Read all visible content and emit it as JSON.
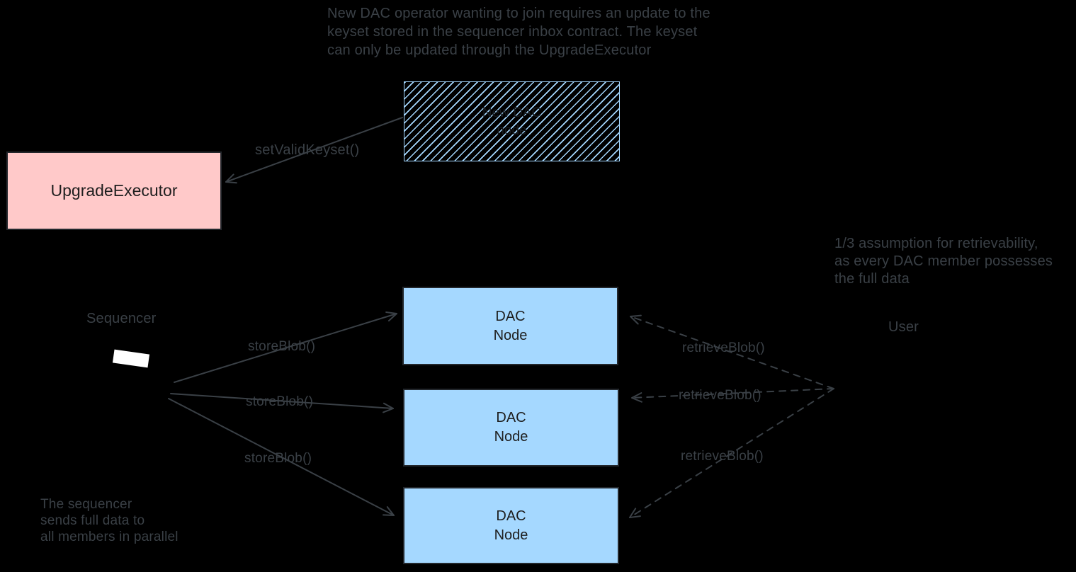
{
  "palette": {
    "background": "#000000",
    "ink": "#3a4046",
    "box_text": "#1e1e1e",
    "blue_fill": "#a5d8ff",
    "pink_fill": "#ffc9c9"
  },
  "notes": {
    "keyset_note": {
      "lines": [
        "New DAC operator wanting to join requires an update to the",
        "keyset stored in the sequencer inbox contract. The keyset",
        "can only be updated through the UpgradeExecutor"
      ]
    },
    "retrievability_note": {
      "lines": [
        "1/3 assumption for retrievability,",
        "as every DAC member possesses",
        "the full data"
      ]
    },
    "parallel_note": {
      "lines": [
        "The sequencer",
        "sends full data to",
        "all members in parallel"
      ]
    }
  },
  "actors": {
    "sequencer_label": "Sequencer",
    "user_label": "User"
  },
  "nodes": {
    "new_dac_node": {
      "line1": "New DAC",
      "line2": "node"
    },
    "upgrade_executor": {
      "label": "UpgradeExecutor"
    },
    "dac_nodes": [
      {
        "line1": "DAC",
        "line2": "Node"
      },
      {
        "line1": "DAC",
        "line2": "Node"
      },
      {
        "line1": "DAC",
        "line2": "Node"
      }
    ]
  },
  "edges": {
    "set_valid_keyset": "setValidKeyset()",
    "store_blob_1": "storeBlob()",
    "store_blob_2": "storeBlob()",
    "store_blob_3": "storeBlob()",
    "retrieve_blob_1": "retrieveBlob()",
    "retrieve_blob_2": "retrieveBlob()",
    "retrieve_blob_3": "retrieveBlob()"
  }
}
